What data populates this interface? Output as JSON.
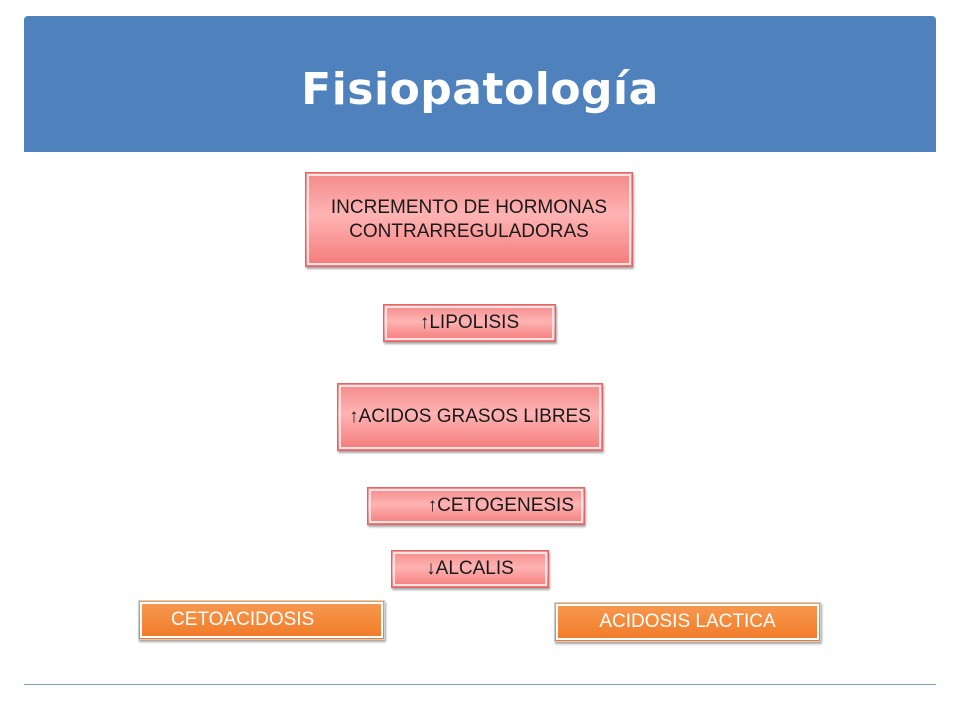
{
  "slide": {
    "title": "Fisiopatología",
    "header_color": "#4f81bd"
  },
  "diagram": {
    "boxes": [
      {
        "id": "hormonas",
        "label": "INCREMENTO DE HORMONAS CONTRARREGULADORAS",
        "style": "pink"
      },
      {
        "id": "lipolisis",
        "label": "↑LIPOLISIS",
        "style": "pink"
      },
      {
        "id": "acidos",
        "label": "↑ACIDOS GRASOS LIBRES",
        "style": "pink"
      },
      {
        "id": "cetogenesis",
        "label": "↑CETOGENESIS",
        "style": "pink"
      },
      {
        "id": "alcalis",
        "label": "↓ALCALIS",
        "style": "pink"
      },
      {
        "id": "cetoacidosis",
        "label": "CETOACIDOSIS",
        "style": "orange"
      },
      {
        "id": "acidosis_lactica",
        "label": "ACIDOSIS LACTICA",
        "style": "orange"
      }
    ],
    "colors": {
      "pink": "#f7a0a0",
      "orange": "#f48a3c"
    }
  }
}
